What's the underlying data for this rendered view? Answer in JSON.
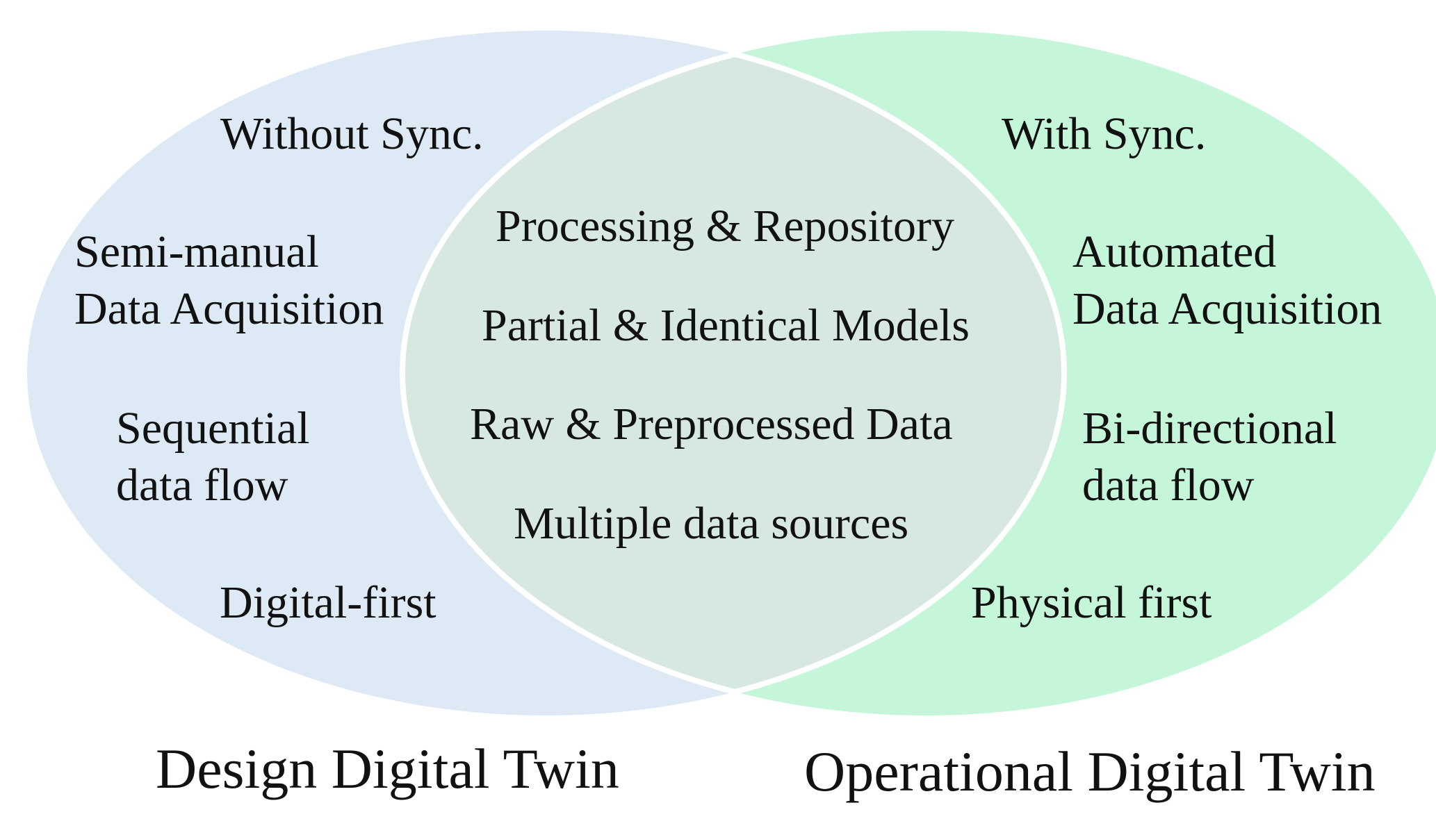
{
  "diagram": {
    "colors": {
      "left_fill": "#dde9f5",
      "right_fill": "#c6f6da",
      "overlap_fill": "#d6e8e0",
      "outline": "#ffffff"
    },
    "left": {
      "header": "Without Sync.",
      "items": [
        {
          "lines": [
            "Semi-manual",
            "Data Acquisition"
          ]
        },
        {
          "lines": [
            "Sequential",
            "data flow"
          ]
        },
        {
          "lines": [
            "Digital-first"
          ]
        }
      ],
      "caption": "Design Digital Twin"
    },
    "right": {
      "header": "With Sync.",
      "items": [
        {
          "lines": [
            "Automated",
            "Data Acquisition"
          ]
        },
        {
          "lines": [
            "Bi-directional",
            "data flow"
          ]
        },
        {
          "lines": [
            "Physical first"
          ]
        }
      ],
      "caption": "Operational Digital Twin"
    },
    "center": {
      "items": [
        "Processing & Repository",
        "Partial & Identical Models",
        "Raw & Preprocessed Data",
        "Multiple data sources"
      ]
    }
  }
}
